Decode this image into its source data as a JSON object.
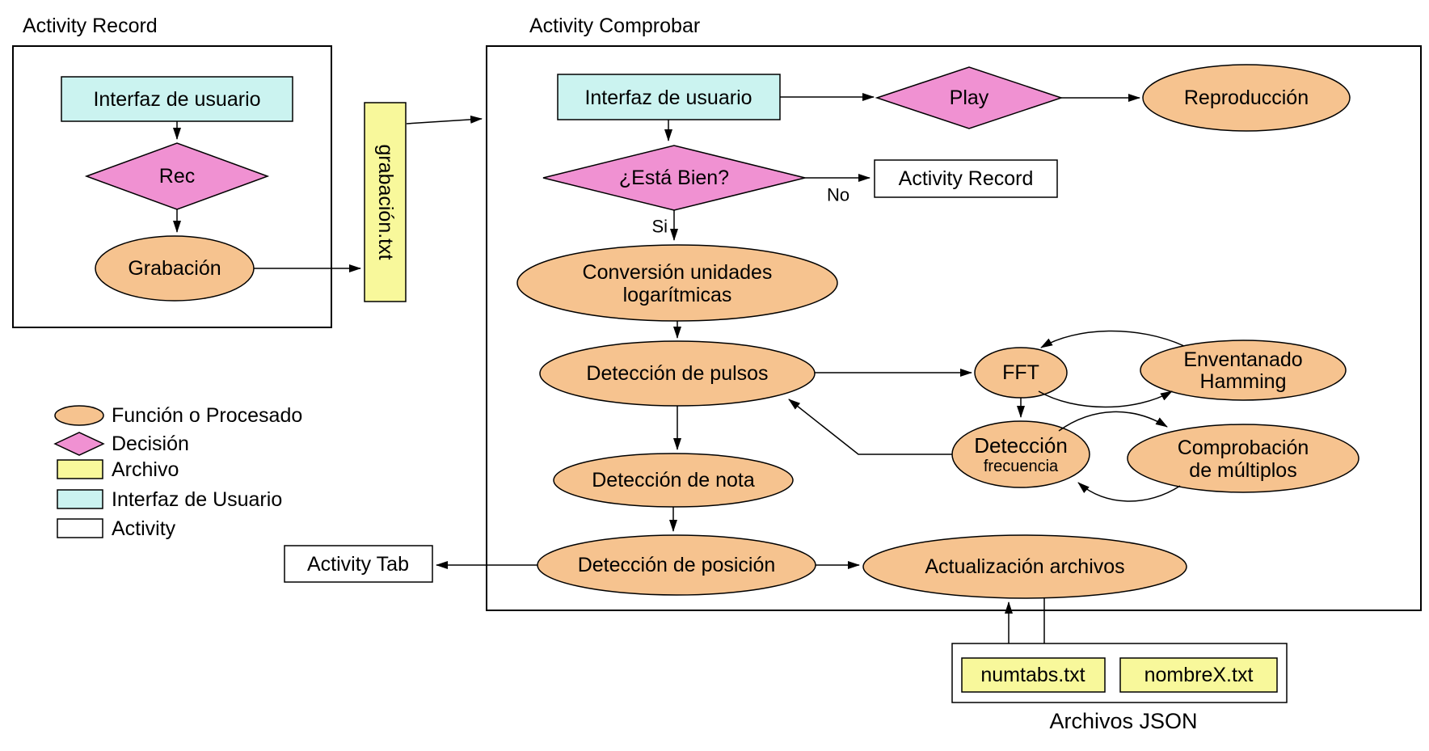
{
  "diagram": {
    "record": {
      "title": "Activity Record",
      "ui_box": "Interfaz de usuario",
      "rec_decision": "Rec",
      "grabacion": "Grabación"
    },
    "file_grabacion": "grabación.txt",
    "comprobar": {
      "title": "Activity Comprobar",
      "ui_box": "Interfaz de usuario",
      "play": "Play",
      "reproduccion": "Reproducción",
      "esta_bien": "¿Está Bien?",
      "no_label": "No",
      "si_label": "Si",
      "activity_record_box": "Activity Record",
      "conversion_line1": "Conversión unidades",
      "conversion_line2": "logarítmicas",
      "deteccion_pulsos": "Detección de pulsos",
      "fft": "FFT",
      "enventanado_line1": "Enventanado",
      "enventanado_line2": "Hamming",
      "frecuencia_line1": "Detección",
      "frecuencia_line2": "frecuencia",
      "comprobacion_line1": "Comprobación",
      "comprobacion_line2": "de múltiplos",
      "deteccion_nota": "Detección de nota",
      "deteccion_posicion": "Detección de posición",
      "actualizacion": "Actualización archivos",
      "activity_tab_box": "Activity Tab"
    },
    "archivos": {
      "numtabs": "numtabs.txt",
      "nombrex": "nombreX.txt",
      "caption": "Archivos JSON"
    },
    "legend": {
      "funcion": "Función o Procesado",
      "decision": "Decisión",
      "archivo": "Archivo",
      "interfaz": "Interfaz de Usuario",
      "activity": "Activity"
    },
    "colors": {
      "orange": "#F6C38F",
      "pink": "#F091D2",
      "cyan": "#CBF3F0",
      "yellow": "#F8F89B",
      "white": "#FFFFFF",
      "stroke": "#000000"
    }
  }
}
